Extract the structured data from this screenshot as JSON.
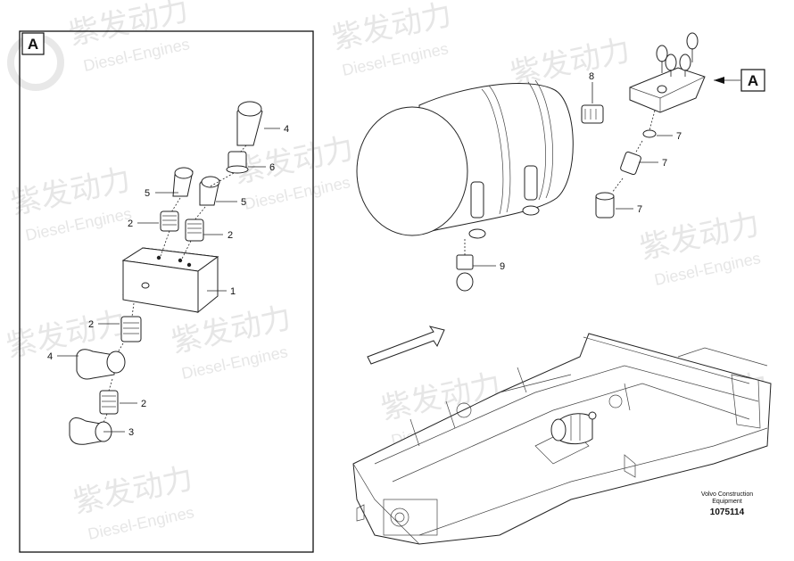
{
  "watermark": {
    "cn": "紫发动力",
    "en": "Diesel-Engines"
  },
  "detail_tag": "A",
  "main_tag": "A",
  "caption": {
    "org_line1": "Volvo Construction",
    "org_line2": "Equipment",
    "number": "1075114"
  },
  "callouts": {
    "c1": "1",
    "c2a": "2",
    "c2b": "2",
    "c2c": "2",
    "c2d": "2",
    "c3": "3",
    "c4a": "4",
    "c4b": "4",
    "c5a": "5",
    "c5b": "5",
    "c6": "6",
    "c7a": "7",
    "c7b": "7",
    "c7c": "7",
    "c8": "8",
    "c9": "9"
  }
}
